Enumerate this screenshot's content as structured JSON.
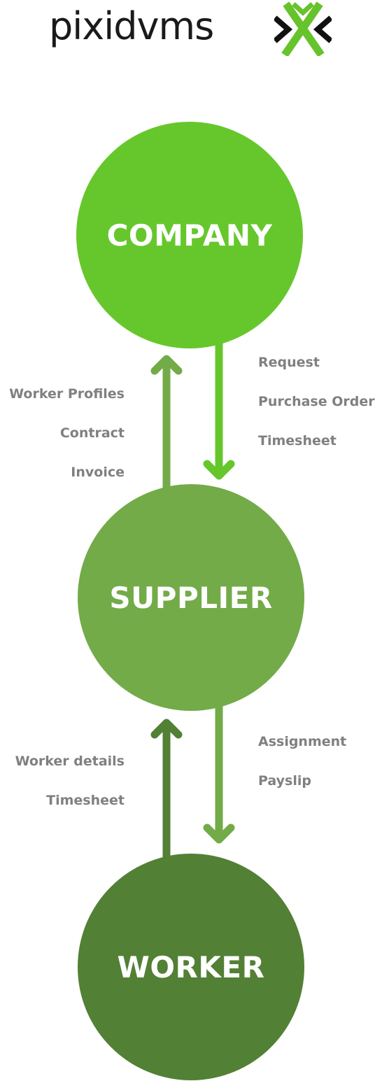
{
  "logo": {
    "text": "pixidvms",
    "mark_colors": [
      "#111111",
      "#66c32c"
    ]
  },
  "colors": {
    "company": "#66c72c",
    "supplier": "#72ab48",
    "worker": "#528035",
    "label_text": "#808080"
  },
  "nodes": {
    "company": "COMPANY",
    "supplier": "SUPPLIER",
    "worker": "WORKER"
  },
  "flows": {
    "supplier_to_company": [
      "Worker Profiles",
      "Contract",
      "Invoice"
    ],
    "company_to_supplier": [
      "Request",
      "Purchase Order",
      "Timesheet"
    ],
    "worker_to_supplier": [
      "Worker details",
      "Timesheet"
    ],
    "supplier_to_worker": [
      "Assignment",
      "Payslip"
    ]
  }
}
